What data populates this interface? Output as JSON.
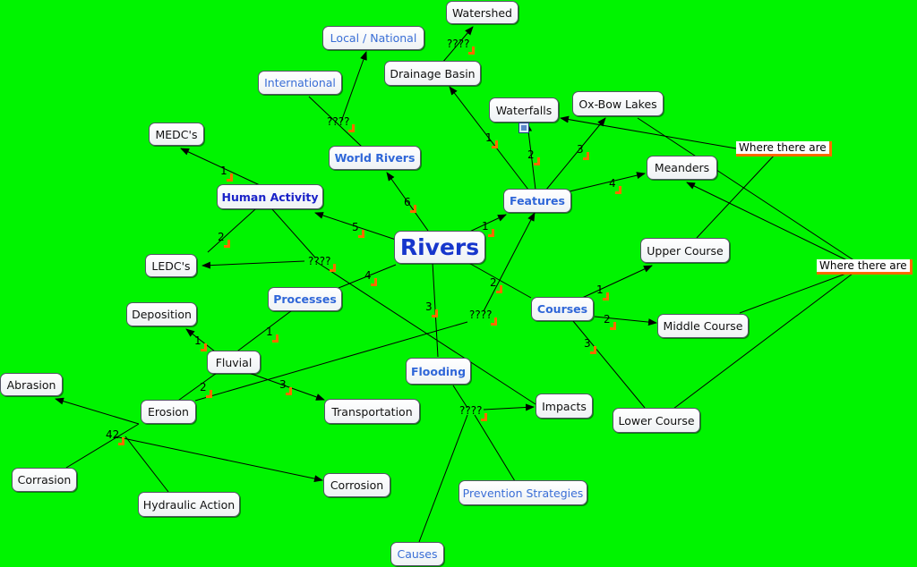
{
  "colors": {
    "background": "#00f400",
    "connector": "#000000",
    "label_accent": "#ff6a00"
  },
  "nodes": {
    "watershed": "Watershed",
    "local_national": "Local / National",
    "drainage_basin": "Drainage Basin",
    "international": "International",
    "waterfalls": "Waterfalls",
    "oxbow_lakes": "Ox-Bow Lakes",
    "medcs": "MEDC's",
    "world_rivers": "World Rivers",
    "meanders": "Meanders",
    "human_activity": "Human Activity",
    "features": "Features",
    "rivers": "Rivers",
    "upper_course": "Upper Course",
    "ledcs": "LEDC's",
    "processes": "Processes",
    "courses": "Courses",
    "deposition": "Deposition",
    "middle_course": "Middle Course",
    "fluvial": "Fluvial",
    "abrasion": "Abrasion",
    "flooding": "Flooding",
    "impacts": "Impacts",
    "erosion": "Erosion",
    "transportation": "Transportation",
    "lower_course": "Lower Course",
    "corrasion": "Corrasion",
    "corrosion": "Corrosion",
    "prevention_strategies": "Prevention Strategies",
    "hydraulic_action": "Hydraulic Action",
    "causes": "Causes",
    "where_there_are_1": "Where there are",
    "where_there_are_2": "Where there are"
  },
  "labels": {
    "q_drainage": "????",
    "q_world": "????",
    "q_human": "????",
    "q_courses": "????",
    "q_flooding": "????",
    "n1_features": "1",
    "n2_waterfalls": "2",
    "n3_oxbow": "3",
    "n4_meanders": "4",
    "n1_drainage": "1",
    "n5_human": "5",
    "n6_world": "6",
    "n1_medcs": "1",
    "n2_ledcs": "2",
    "n4_processes": "4",
    "n2_courses": "2",
    "n3_flooding": "3",
    "n1_upper": "1",
    "n2_middle": "2",
    "n3_lower": "3",
    "n1_fluvial": "1",
    "n1_deposition": "1",
    "n2_erosion": "2",
    "n3_transport": "3",
    "n42_erosion": "42"
  }
}
